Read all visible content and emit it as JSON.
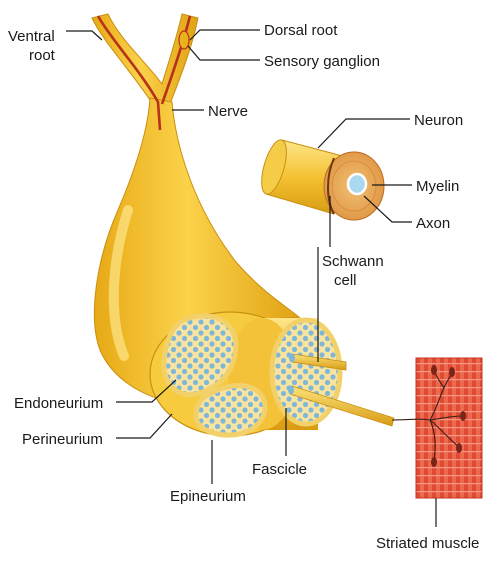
{
  "labels": {
    "ventral_root_line1": "Ventral",
    "ventral_root_line2": "root",
    "dorsal_root": "Dorsal root",
    "sensory_ganglion": "Sensory ganglion",
    "nerve": "Nerve",
    "neuron": "Neuron",
    "myelin": "Myelin",
    "axon": "Axon",
    "schwann_line1": "Schwann",
    "schwann_line2": "cell",
    "endoneurium": "Endoneurium",
    "perineurium": "Perineurium",
    "fascicle": "Fascicle",
    "epineurium": "Epineurium",
    "striated_muscle": "Striated muscle"
  },
  "colors": {
    "nerve_yellow": "#f2c12e",
    "nerve_light": "#fde37a",
    "nerve_dark": "#c9920f",
    "red_fiber": "#b8321a",
    "fascicle_fill": "#f6dc86",
    "dot_blue": "#7fb7d6",
    "muscle_red": "#e8523c",
    "myelin_orange": "#e9a24a",
    "axon_blue": "#a9d8ef"
  }
}
